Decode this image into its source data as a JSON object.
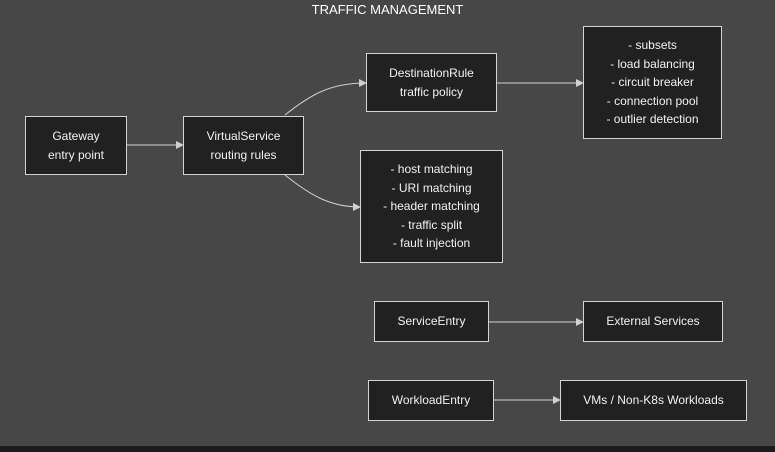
{
  "title": "TRAFFIC MANAGEMENT",
  "colors": {
    "canvas": "#474747",
    "node_fill": "#212121",
    "node_border": "#d4d4d4",
    "text": "#f2f2f2",
    "edge": "#d0d0d0"
  },
  "nodes": {
    "gateway": {
      "lines": [
        "Gateway",
        "entry point"
      ]
    },
    "virtualservice": {
      "lines": [
        "VirtualService",
        "routing rules"
      ]
    },
    "destinationrule": {
      "lines": [
        "DestinationRule",
        "traffic policy"
      ]
    },
    "dr_details": {
      "lines": [
        "- subsets",
        "- load balancing",
        "- circuit breaker",
        "- connection pool",
        "- outlier detection"
      ]
    },
    "vs_details": {
      "lines": [
        "- host matching",
        "- URI matching",
        "- header matching",
        "- traffic split",
        "- fault injection"
      ]
    },
    "serviceentry": {
      "lines": [
        "ServiceEntry"
      ]
    },
    "external": {
      "lines": [
        "External Services"
      ]
    },
    "workloadentry": {
      "lines": [
        "WorkloadEntry"
      ]
    },
    "vms": {
      "lines": [
        "VMs / Non-K8s Workloads"
      ]
    }
  }
}
